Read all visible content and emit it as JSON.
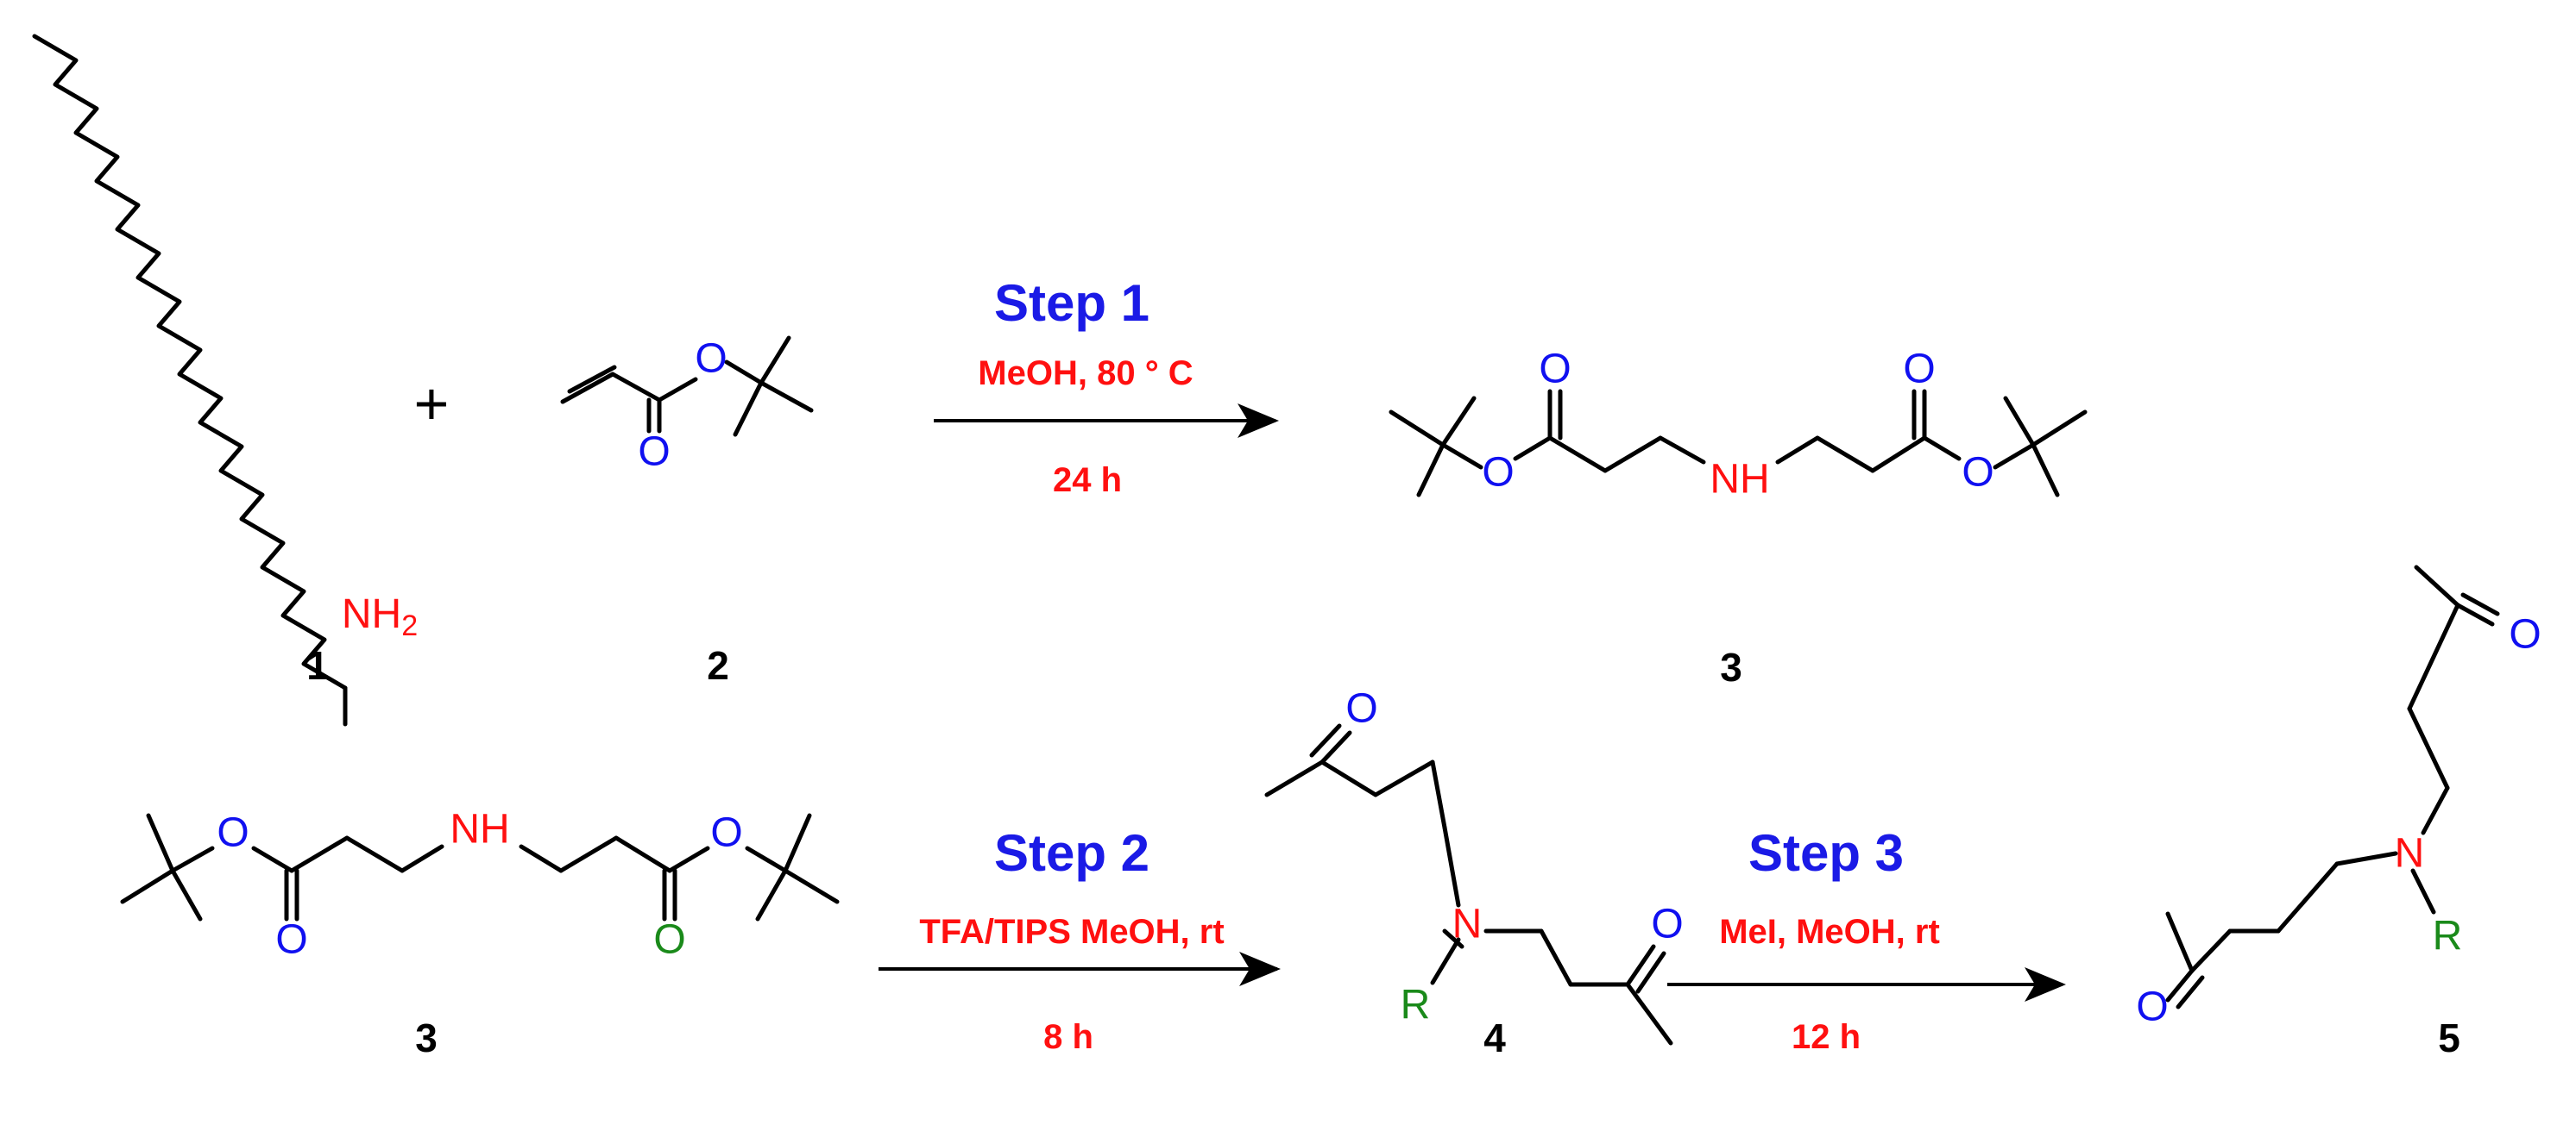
{
  "colors": {
    "bond": "#000000",
    "oxygen_blue": "#1010f0",
    "oxygen_green": "#1a8a1a",
    "nitrogen": "#ff1010",
    "r_group": "#1a8a1a",
    "step_title": "#1a1ae6",
    "condition": "#ff1010",
    "label": "#000000"
  },
  "plus": "+",
  "compounds": {
    "c1": {
      "label": "1",
      "amine": "NH",
      "amine_sub": "2"
    },
    "c2": {
      "label": "2",
      "o_ether": "O",
      "o_carbonyl": "O"
    },
    "c3_top": {
      "label": "3",
      "o1": "O",
      "o2": "O",
      "o3": "O",
      "o4": "O",
      "nh": "NH"
    },
    "c3_bottom": {
      "label": "3",
      "o1": "O",
      "o2": "O",
      "o3": "O",
      "o4": "O",
      "nh": "NH"
    },
    "c4": {
      "label": "4",
      "o1": "O",
      "o2": "O",
      "n": "N",
      "r": "R"
    },
    "c5": {
      "label": "5",
      "o1": "O",
      "o2": "O",
      "n": "N",
      "r": "R"
    }
  },
  "steps": [
    {
      "title": "Step 1",
      "reagents": "MeOH, 80 ° C",
      "time": "24 h"
    },
    {
      "title": "Step 2",
      "reagents": "TFA/TIPS MeOH, rt",
      "time": "8 h"
    },
    {
      "title": "Step 3",
      "reagents": "MeI, MeOH, rt",
      "time": "12 h"
    }
  ]
}
